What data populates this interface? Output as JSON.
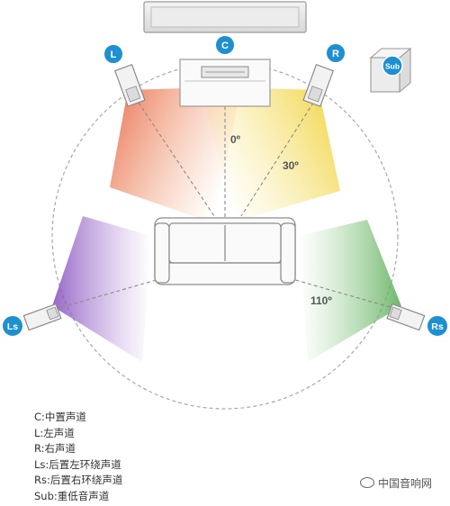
{
  "speakers": {
    "center": {
      "badge": "C"
    },
    "left": {
      "badge": "L"
    },
    "right": {
      "badge": "R"
    },
    "surround_left": {
      "badge": "Ls"
    },
    "surround_right": {
      "badge": "Rs"
    },
    "subwoofer": {
      "badge": "Sub"
    }
  },
  "angles": {
    "center": "0º",
    "front": "30º",
    "surround": "110º"
  },
  "legend": [
    {
      "text": "C:中置声道"
    },
    {
      "text": "L:左声道"
    },
    {
      "text": "R:右声道"
    },
    {
      "text": "Ls:后置左环绕声道"
    },
    {
      "text": "Rs:后置右环绕声道"
    },
    {
      "text": "Sub:重低音声道"
    }
  ],
  "watermark": "中国音响网",
  "colors": {
    "badge": "#1e8fd0",
    "beam_left": "#e8805a",
    "beam_right": "#f0d24a",
    "beam_surround_left": "#9a6cc8",
    "beam_surround_right": "#7cc37a"
  }
}
